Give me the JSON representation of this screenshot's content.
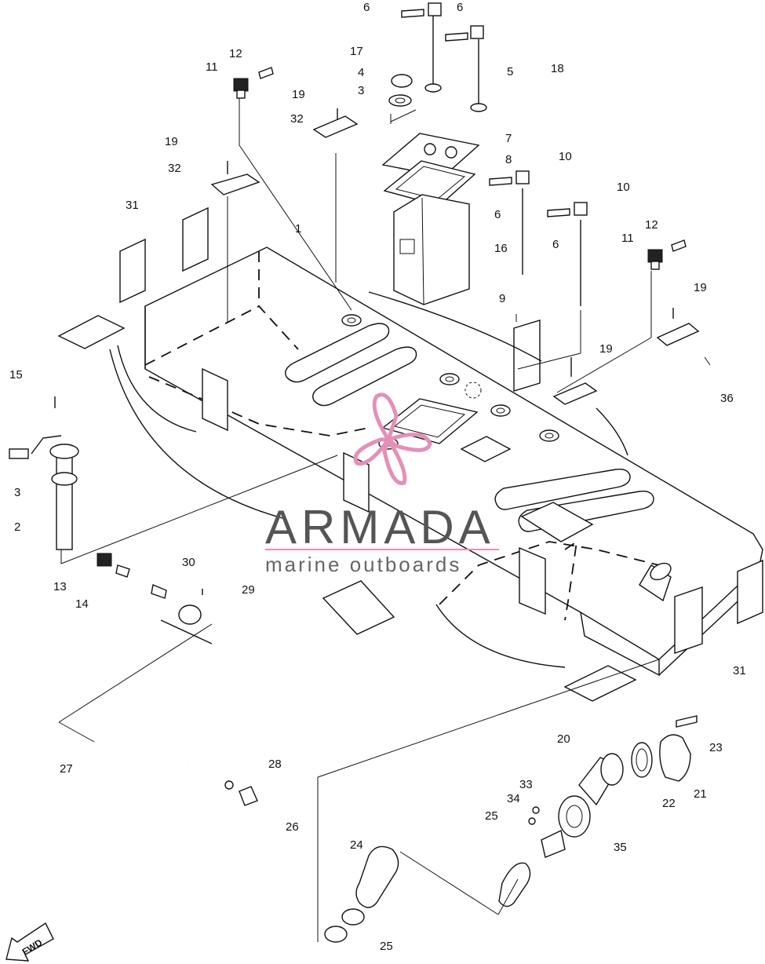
{
  "watermark": {
    "brand": "ARMADA",
    "tagline": "marine outboards",
    "accent_color": "#e58fb8"
  },
  "fwd_label": "FWD",
  "callouts": {
    "c1": "1",
    "c2": "2",
    "c3a": "3",
    "c3b": "3",
    "c4": "4",
    "c5": "5",
    "c6a": "6",
    "c6b": "6",
    "c6c": "6",
    "c6d": "6",
    "c7": "7",
    "c8": "8",
    "c9": "9",
    "c10a": "10",
    "c10b": "10",
    "c11a": "11",
    "c11b": "11",
    "c12a": "12",
    "c12b": "12",
    "c13": "13",
    "c14": "14",
    "c15": "15",
    "c16": "16",
    "c17": "17",
    "c18": "18",
    "c19a": "19",
    "c19b": "19",
    "c19c": "19",
    "c19d": "19",
    "c20": "20",
    "c21": "21",
    "c22": "22",
    "c23": "23",
    "c24": "24",
    "c25a": "25",
    "c25b": "25",
    "c26": "26",
    "c27": "27",
    "c28": "28",
    "c29": "29",
    "c30": "30",
    "c31a": "31",
    "c31b": "31",
    "c32a": "32",
    "c32b": "32",
    "c33": "33",
    "c34": "34",
    "c35": "35",
    "c36": "36"
  }
}
